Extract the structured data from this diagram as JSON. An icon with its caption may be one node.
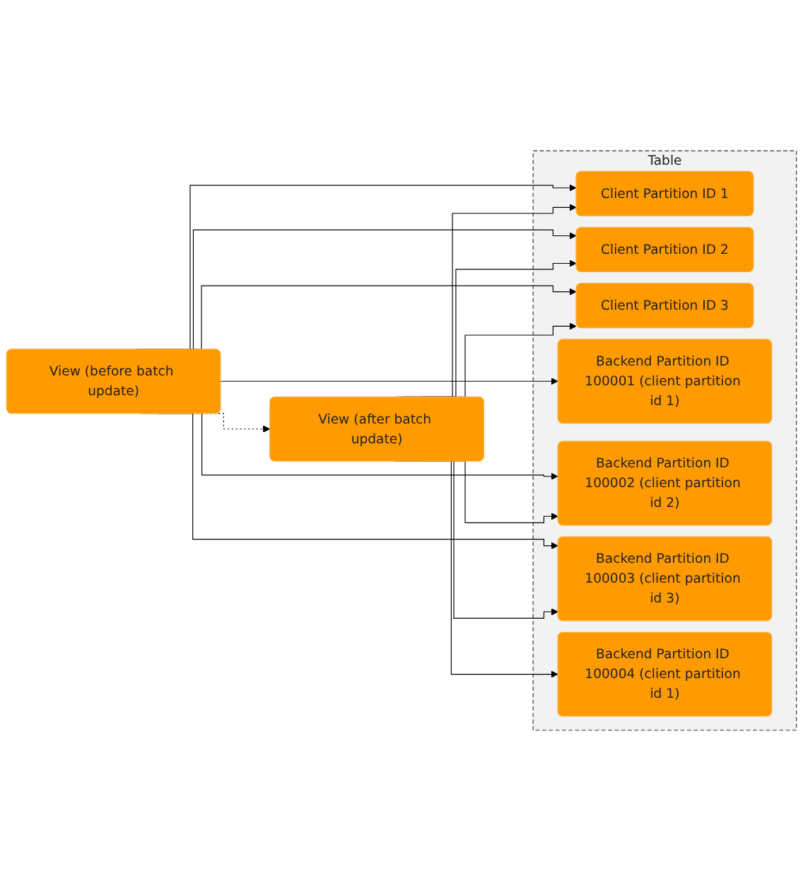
{
  "diagram": {
    "nodes": [
      {
        "text": [
          "View (before batch update)"
        ]
      },
      {
        "text": [
          "View (after batch update)"
        ]
      },
      {
        "text": [
          "Table"
        ]
      },
      {
        "text": [
          "Client Partition ID 1"
        ],
        "in": 2
      },
      {
        "text": [
          "Client Partition ID 2"
        ],
        "in": 2
      },
      {
        "text": [
          "Client Partition ID 3"
        ],
        "in": 2
      },
      {
        "text": [
          "Backend Partition ID 100001 (client partition id 1)"
        ],
        "in": 2
      },
      {
        "text": [
          "Backend Partition ID 100002 (client partition id 2)"
        ],
        "in": 2
      },
      {
        "text": [
          "Backend Partition ID 100003 (client partition id 3)"
        ],
        "in": 2
      },
      {
        "text": [
          "Backend Partition ID 100004 (client partition id 1)"
        ],
        "in": 2
      }
    ],
    "edges": [
      {
        "from": 0,
        "to": 1,
        "arrow": "to",
        "style": "dashed"
      },
      {
        "from": 0,
        "to": 3,
        "arrow": "to"
      },
      {
        "from": 0,
        "to": 4,
        "arrow": "to"
      },
      {
        "from": 0,
        "to": 5,
        "arrow": "to"
      },
      {
        "from": 0,
        "to": 6,
        "arrow": "to"
      },
      {
        "from": 0,
        "to": 7,
        "arrow": "to"
      },
      {
        "from": 0,
        "to": 8,
        "arrow": "to"
      },
      {
        "from": 1,
        "to": 3,
        "arrow": "to"
      },
      {
        "from": 1,
        "to": 4,
        "arrow": "to"
      },
      {
        "from": 1,
        "to": 5,
        "arrow": "to"
      },
      {
        "from": 1,
        "to": 7,
        "arrow": "to"
      },
      {
        "from": 1,
        "to": 8,
        "arrow": "to"
      },
      {
        "from": 1,
        "to": 9,
        "arrow": "to"
      }
    ]
  }
}
